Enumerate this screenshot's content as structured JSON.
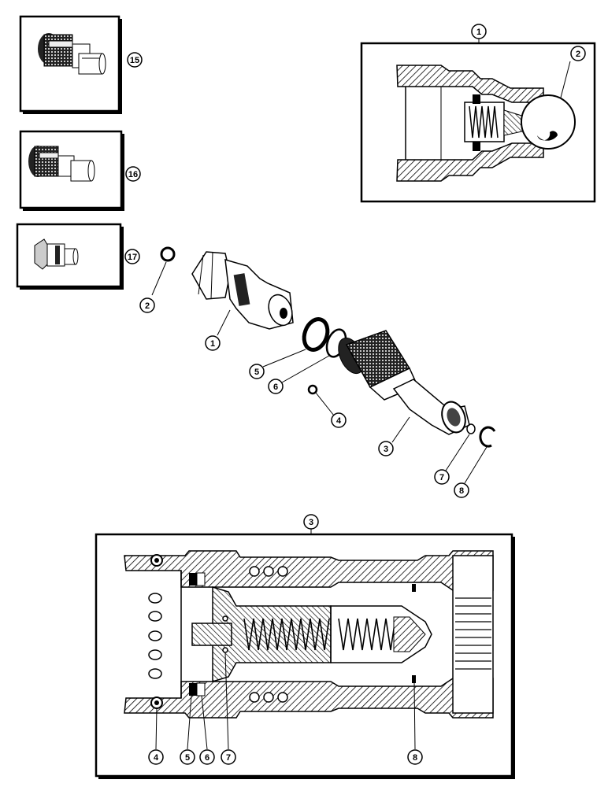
{
  "callouts": {
    "top_assembly": "1",
    "top_ball": "2",
    "thumb_a": "15",
    "thumb_b": "16",
    "thumb_c": "17",
    "exploded_ball": "2",
    "exploded_nipple": "1",
    "exploded_seal": "5",
    "exploded_oring": "6",
    "exploded_small_ball": "4",
    "exploded_coupler": "3",
    "exploded_small_ring": "7",
    "exploded_snap_ring": "8",
    "bottom_assembly": "3",
    "bottom_4": "4",
    "bottom_5": "5",
    "bottom_6": "6",
    "bottom_7": "7",
    "bottom_8": "8"
  },
  "colors": {
    "ink": "#000000",
    "paper": "#ffffff",
    "hatch": "#000000"
  }
}
